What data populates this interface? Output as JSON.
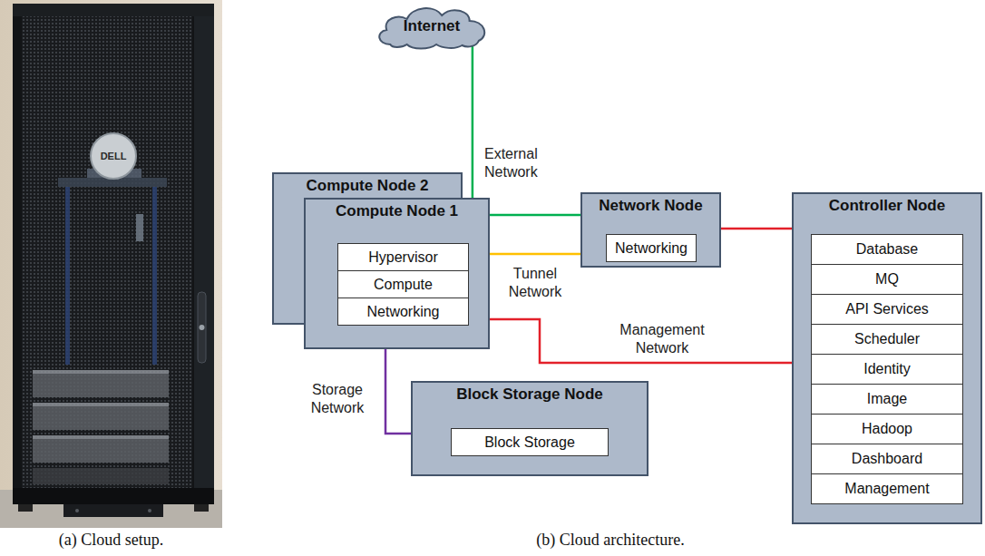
{
  "diagram": {
    "nodes": [
      {
        "text": [
          "Internet"
        ]
      },
      {
        "text": [
          "Compute Node 2"
        ]
      },
      {
        "text": [
          "Compute Node 1"
        ]
      },
      {
        "text": [
          "Hypervisor"
        ],
        "in": 2
      },
      {
        "text": [
          "Compute"
        ],
        "in": 2
      },
      {
        "text": [
          "Networking"
        ],
        "in": 2
      },
      {
        "text": [
          "Network Node"
        ]
      },
      {
        "text": [
          "Networking"
        ],
        "in": 6
      },
      {
        "text": [
          "Controller Node"
        ]
      },
      {
        "text": [
          "Database"
        ],
        "in": 8
      },
      {
        "text": [
          "MQ"
        ],
        "in": 8
      },
      {
        "text": [
          "API Services"
        ],
        "in": 8
      },
      {
        "text": [
          "Scheduler"
        ],
        "in": 8
      },
      {
        "text": [
          "Identity"
        ],
        "in": 8
      },
      {
        "text": [
          "Image"
        ],
        "in": 8
      },
      {
        "text": [
          "Hadoop"
        ],
        "in": 8
      },
      {
        "text": [
          "Dashboard"
        ],
        "in": 8
      },
      {
        "text": [
          "Management"
        ],
        "in": 8
      },
      {
        "text": [
          "Block Storage Node"
        ]
      },
      {
        "text": [
          "Block Storage"
        ],
        "in": 18
      }
    ],
    "edges": [
      {
        "from": 0,
        "to": 6,
        "label": "External Network",
        "arrow": "none"
      },
      {
        "from": 2,
        "to": 6,
        "label": "Tunnel Network",
        "arrow": "none"
      },
      {
        "from": 2,
        "to": 8,
        "label": "Management Network",
        "arrow": "none"
      },
      {
        "from": 6,
        "to": 8,
        "arrow": "none"
      },
      {
        "from": 2,
        "to": 18,
        "label": "Storage Network",
        "arrow": "none"
      }
    ],
    "labels": [
      "DELL",
      "(a) Cloud setup.",
      "(b) Cloud architecture."
    ]
  }
}
